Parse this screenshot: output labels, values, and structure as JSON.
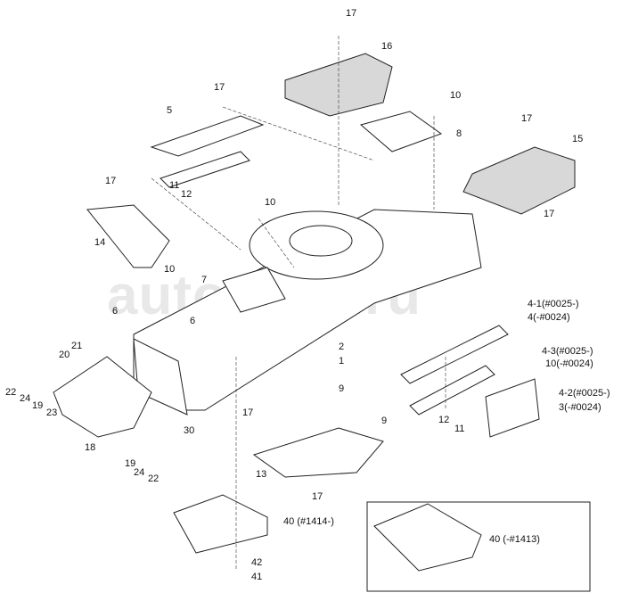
{
  "watermark": "autopiter.ru",
  "callouts": [
    "17",
    "16",
    "17",
    "5",
    "10",
    "8",
    "17",
    "15",
    "17",
    "11",
    "12",
    "10",
    "17",
    "14",
    "10",
    "7",
    "6",
    "6",
    "2",
    "1",
    "9",
    "4-1(#0025-)",
    "4(-#0024)",
    "4-3(#0025-)",
    "10(-#0024)",
    "4-2(#0025-)",
    "3(-#0024)",
    "20",
    "21",
    "22",
    "24",
    "19",
    "23",
    "18",
    "30",
    "19",
    "24",
    "22",
    "17",
    "12",
    "11",
    "9",
    "13",
    "17",
    "40 (#1414-)",
    "42",
    "41",
    "40 (-#1413)"
  ]
}
